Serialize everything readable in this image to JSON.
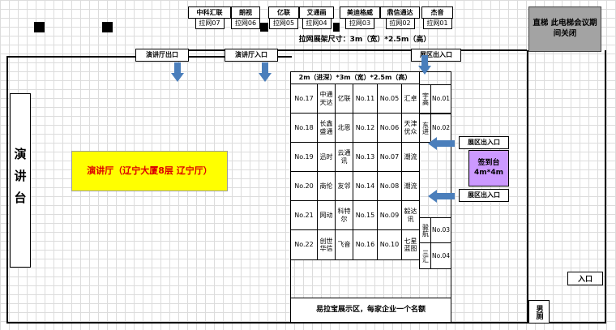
{
  "banner_wall": {
    "note": "拉网展架尺寸：3m（宽）*2.5m（高）",
    "stands": [
      {
        "name": "中科汇联",
        "code": "拉网07"
      },
      {
        "name": "朗视",
        "code": "拉网06"
      },
      {
        "name": "亿联",
        "code": "拉网05"
      },
      {
        "name": "艾通画",
        "code": "拉网04"
      },
      {
        "name": "美迪格威",
        "code": "拉网03"
      },
      {
        "name": "鼎信通达",
        "code": "拉网02"
      },
      {
        "name": "杰音",
        "code": "拉网01"
      }
    ]
  },
  "elevator": {
    "label": "直梯 此电梯会议期间关闭"
  },
  "stage": {
    "label": "演讲台"
  },
  "hall": {
    "label": "演讲厅（辽宁大厦8层  辽宁厅）"
  },
  "doors": {
    "hall_exit": "演讲厅出口",
    "hall_entrance": "演讲厅入口",
    "zone_door_top": "展区出入口",
    "zone_door_right_upper": "展区出入口",
    "zone_door_right_lower": "展区出入口"
  },
  "booth_area": {
    "header": "2m（进深）*3m（宽）*2.5m（高）",
    "rows": [
      {
        "no_a": "No.17",
        "name_b": "中通天达",
        "name_c": "亿联",
        "no_d": "No.11",
        "no_e": "No.05",
        "name_f": "汇卓"
      },
      {
        "no_a": "No.18",
        "name_b": "长鑫盛通",
        "name_c": "北恩",
        "no_d": "No.12",
        "no_e": "No.06",
        "name_f": "天津优众"
      },
      {
        "no_a": "No.19",
        "name_b": "迅时",
        "name_c": "云通讯",
        "no_d": "No.13",
        "no_e": "No.07",
        "name_f": "潮流"
      },
      {
        "no_a": "No.20",
        "name_b": "商伦",
        "name_c": "友邻",
        "no_d": "No.14",
        "no_e": "No.08",
        "name_f": "潮流"
      },
      {
        "no_a": "No.21",
        "name_b": "网动",
        "name_c": "科特尔",
        "no_d": "No.15",
        "no_e": "No.09",
        "name_f": "毅达讯"
      },
      {
        "no_a": "No.22",
        "name_b": "创世华信",
        "name_c": "飞音",
        "no_d": "No.16",
        "no_e": "No.10",
        "name_f": "七星蓝图"
      }
    ],
    "right_booths": [
      {
        "name": "宇高",
        "no": "No.01"
      },
      {
        "name": "东进",
        "no": "No.02"
      },
      {
        "name": "骏航",
        "no": "No.03"
      },
      {
        "name": "三汇",
        "no": "No.04"
      }
    ],
    "banner_zone": "易拉宝展示区，每家企业一个名额"
  },
  "signin": {
    "label": "签到台",
    "size": "4m*4m"
  },
  "right_side": {
    "entrance": "入口",
    "toilet": "男厕"
  },
  "colors": {
    "hall_fill": "#ffff00",
    "hall_text": "#dd0000",
    "signin_fill": "#cc99ff",
    "arrow": "#4a7ebb",
    "elevator_fill": "#a3a3a3",
    "wall": "#000000"
  }
}
